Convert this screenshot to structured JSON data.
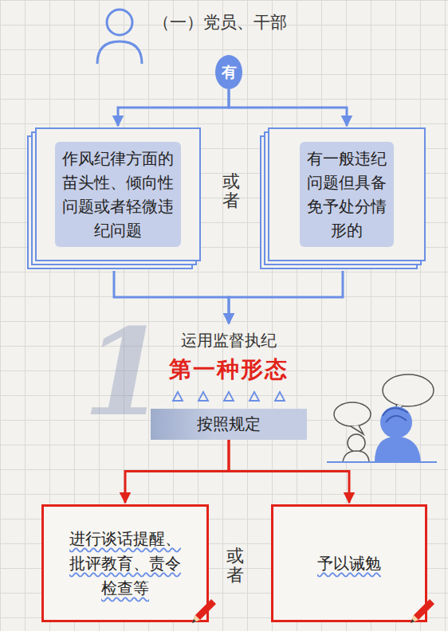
{
  "diagram": {
    "title": "（一）党员、干部",
    "nodes": [
      {
        "text": [
          "有"
        ]
      },
      {
        "text": [
          "作风纪律方面的苗头性、倾向性问题或者轻微违纪问题"
        ]
      },
      {
        "text": [
          "有一般违纪问题但具备免予处分情形的"
        ]
      },
      {
        "text": [
          "运用监督执纪",
          "第一种形态",
          "按照规定"
        ]
      },
      {
        "text": [
          "进行谈话提醒、批评教育、责令检查等"
        ]
      },
      {
        "text": [
          "予以诫勉"
        ]
      }
    ],
    "edges": [
      {
        "from": 0,
        "to": 1,
        "arrow": "to"
      },
      {
        "from": 0,
        "to": 2,
        "arrow": "to"
      },
      {
        "from": 1,
        "to": 3,
        "arrow": "to"
      },
      {
        "from": 2,
        "to": 3,
        "arrow": "to"
      },
      {
        "from": 3,
        "to": 4,
        "arrow": "to"
      },
      {
        "from": 3,
        "to": 5,
        "arrow": "to"
      }
    ],
    "labels": [
      "或者",
      "或者",
      "1"
    ]
  }
}
